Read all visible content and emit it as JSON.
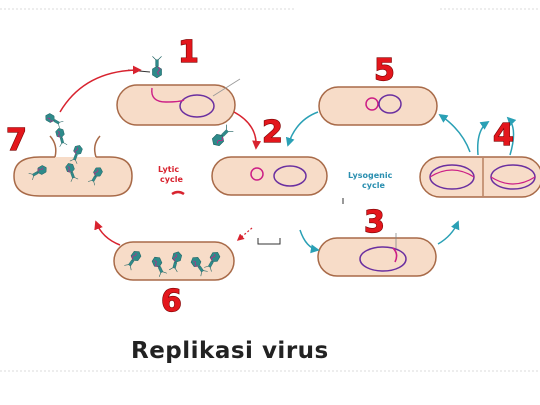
{
  "diagram": {
    "caption": "Replikasi virus",
    "lytic_label": [
      "Lytic",
      "cycle"
    ],
    "lysogenic_label": [
      "Lysogenic",
      "cycle"
    ],
    "step_labels": [
      "1",
      "2",
      "3",
      "4",
      "5",
      "6",
      "7"
    ],
    "colors": {
      "cell_fill": "#f7dcc8",
      "cell_stroke": "#a86a48",
      "dna_purple": "#6a2fa0",
      "dna_magenta": "#cc1f86",
      "phage_teal": "#2e8a8a",
      "lytic_arrow": "#d8232f",
      "lysogenic_arrow": "#2aa0b5",
      "step_number": "#e3161c",
      "lysogenic_text": "#2a8fb0"
    }
  }
}
